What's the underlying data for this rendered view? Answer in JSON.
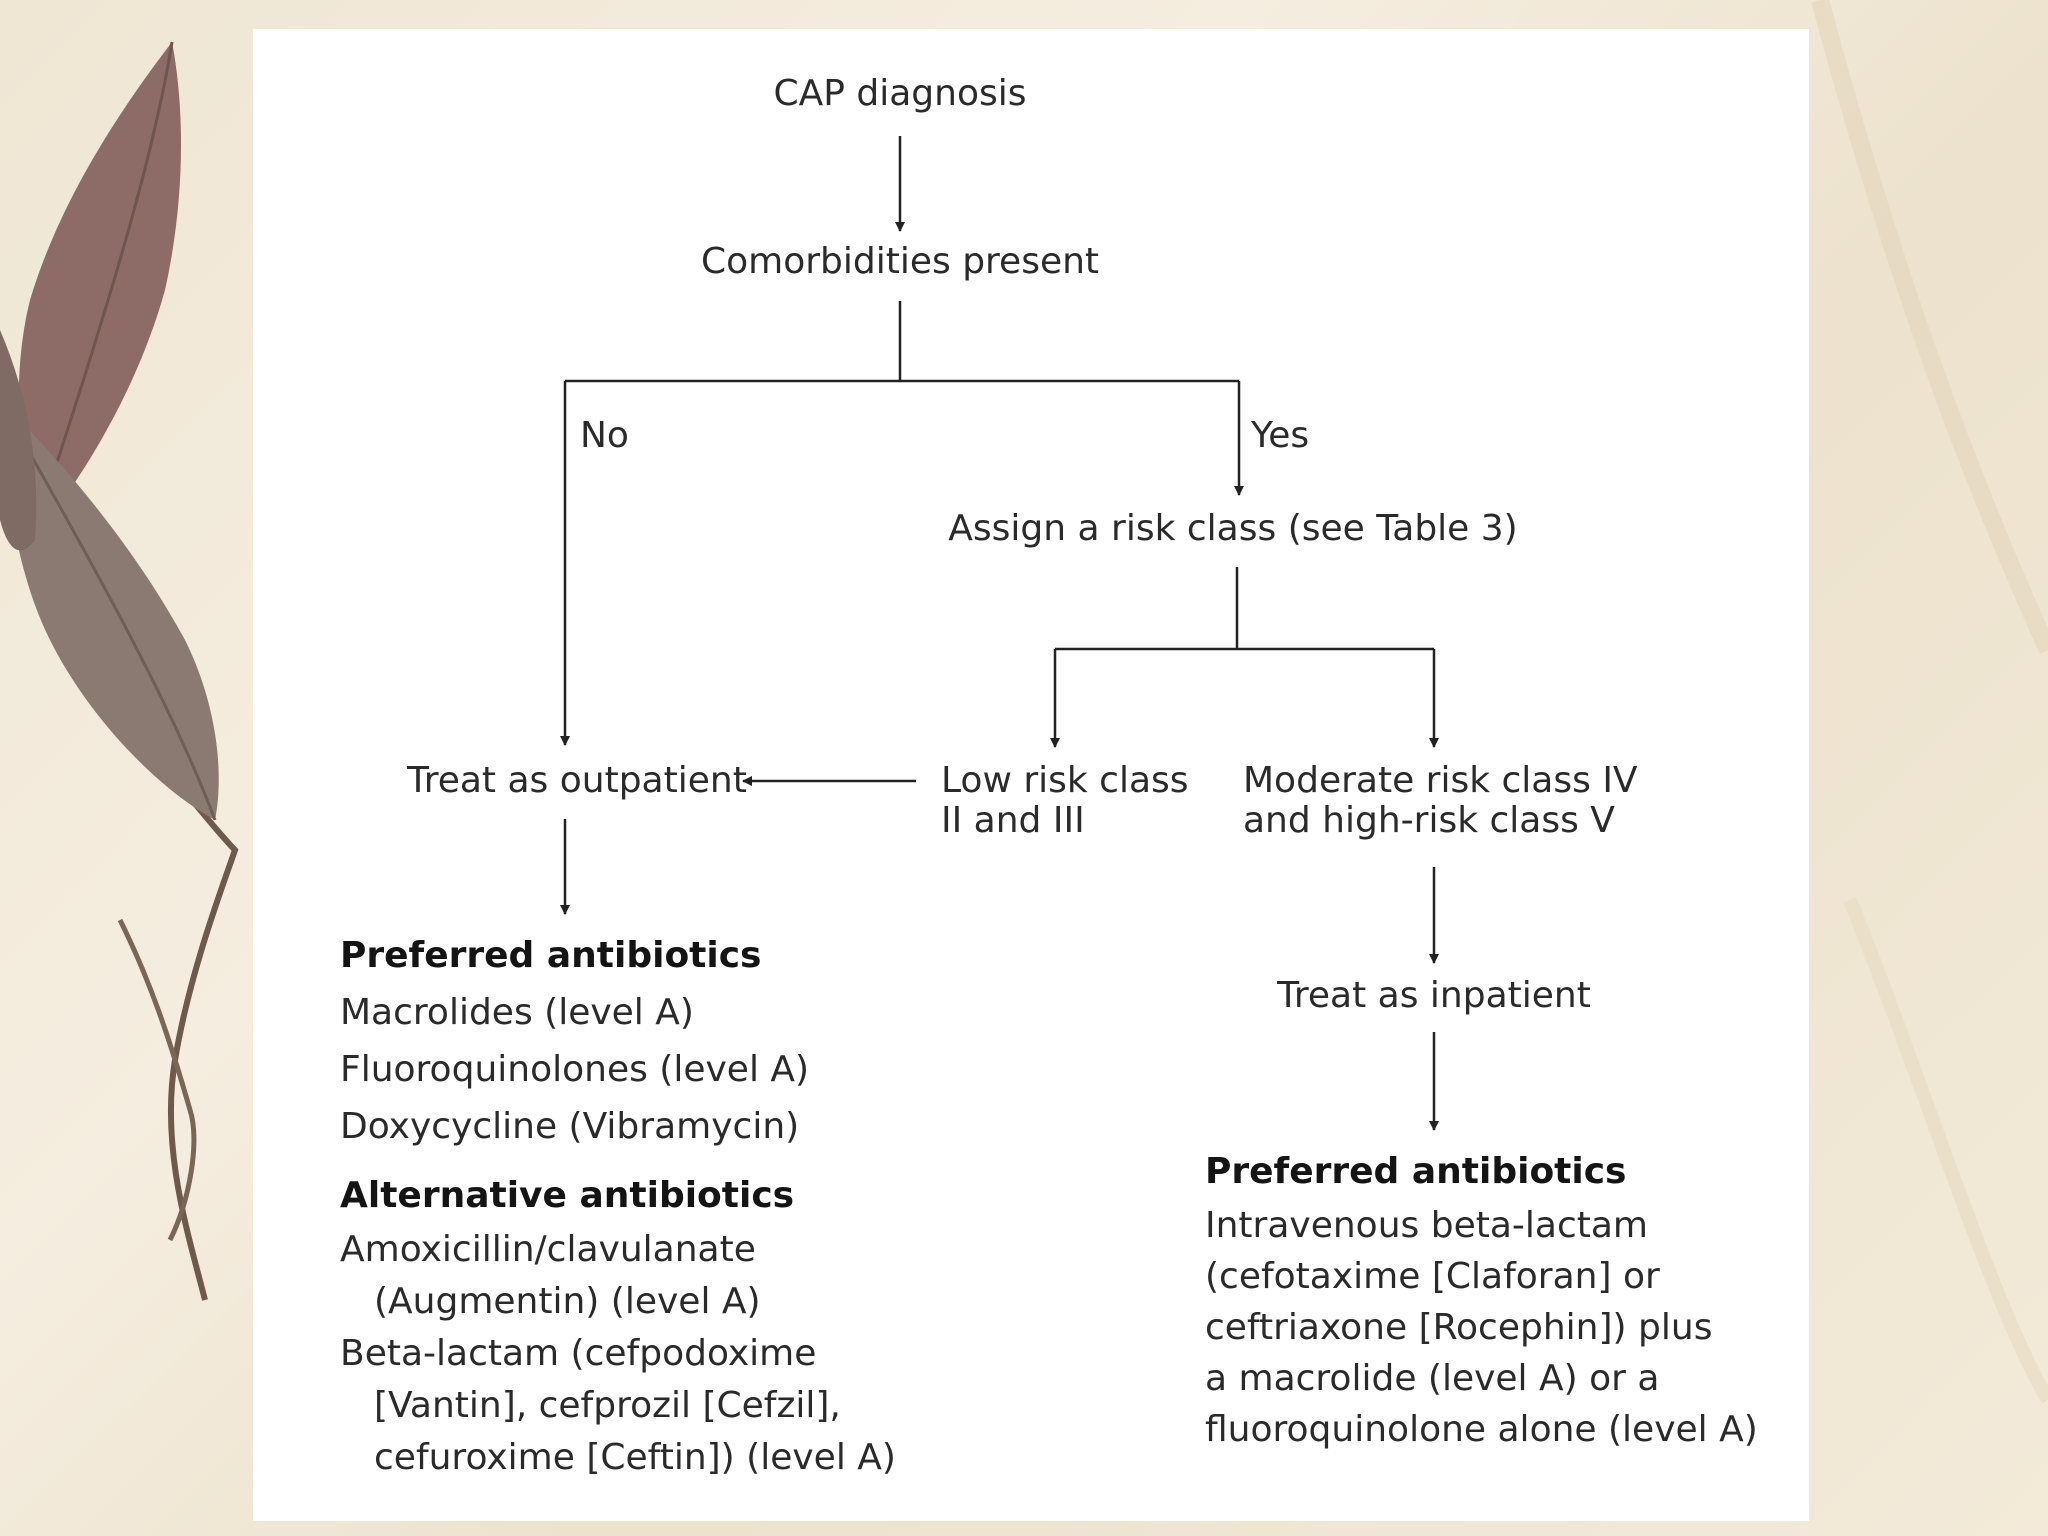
{
  "nodes": {
    "cap_diagnosis": "CAP diagnosis",
    "comorbidities": "Comorbidities present",
    "branch_no": "No",
    "branch_yes": "Yes",
    "assign_risk": "Assign a risk class (see Table 3)",
    "treat_outpatient": "Treat as outpatient",
    "low_risk_line1": "Low risk class",
    "low_risk_line2": "II and III",
    "moderate_line1": "Moderate risk class IV",
    "moderate_line2": "and high-risk class V",
    "treat_inpatient": "Treat as inpatient"
  },
  "outpatient": {
    "preferred_header": "Preferred antibiotics",
    "preferred_items": [
      "Macrolides (level A)",
      "Fluoroquinolones (level A)",
      "Doxycycline (Vibramycin)"
    ],
    "alternative_header": "Alternative antibiotics",
    "alt1_line1": "Amoxicillin/clavulanate",
    "alt1_line2": "(Augmentin) (level A)",
    "alt2_line1": "Beta-lactam (cefpodoxime",
    "alt2_line2": "[Vantin], cefprozil [Cefzil],",
    "alt2_line3": "cefuroxime [Ceftin]) (level A)"
  },
  "inpatient": {
    "preferred_header": "Preferred antibiotics",
    "lines": [
      "Intravenous beta-lactam",
      "(cefotaxime [Claforan] or",
      "ceftriaxone [Rocephin]) plus",
      "a macrolide (level A) or a",
      "fluoroquinolone alone (level A)"
    ]
  },
  "colors": {
    "line": "#222222",
    "panel": "#ffffff",
    "text": "#2a2a2a"
  }
}
